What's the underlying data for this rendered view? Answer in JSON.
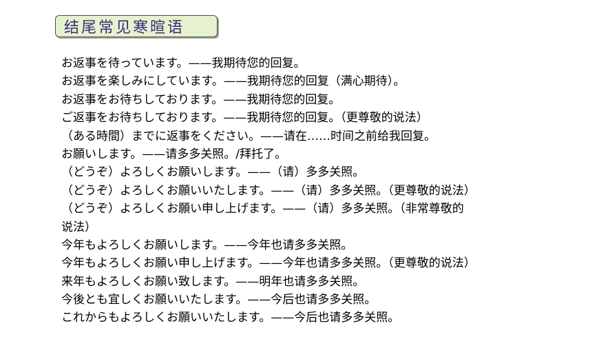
{
  "title": "结尾常见寒暄语",
  "lines": [
    "お返事を待っています。——我期待您的回复。",
    "お返事を楽しみにしています。——我期待您的回复（满心期待）。",
    "お返事をお待ちしております。——我期待您的回复。",
    "ご返事をお待ちしております。——我期待您的回复。（更尊敬的说法）",
    "（ある時間）までに返事をください。——请在……时间之前给我回复。",
    "お願いします。——请多多关照。/拜托了。",
    "（どうぞ）よろしくお願いします。——（请）多多关照。",
    "（どうぞ）よろしくお願いいたします。——（请）多多关照。（更尊敬的说法）",
    "（どうぞ）よろしくお願い申し上げます。——（请）多多关照。（非常尊敬的",
    "说法）",
    "今年もよろしくお願いします。——今年也请多多关照。",
    "今年もよろしくお願い申し上げます。——今年也请多多关照。（更尊敬的说法）",
    "来年もよろしくお願い致します。——明年也请多多关照。",
    "今後とも宜しくお願いいたします。——今后也请多多关照。",
    "これからもよろしくお願いいたします。——今后也请多多关照。"
  ]
}
